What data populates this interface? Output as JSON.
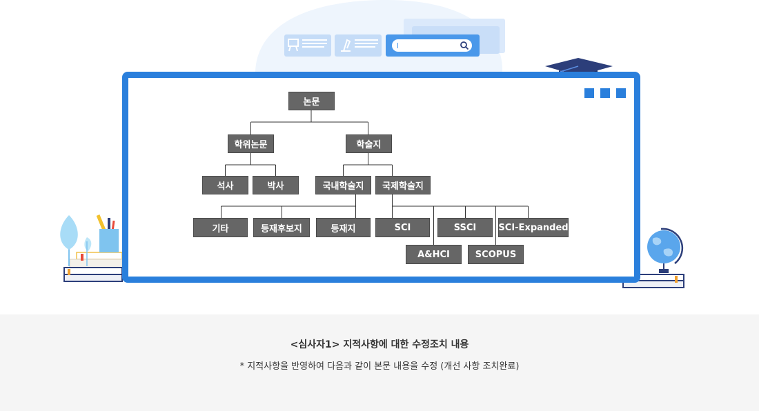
{
  "tree": {
    "root": "논문",
    "thesis": "학위논문",
    "journal": "학술지",
    "masters": "석사",
    "doctoral": "박사",
    "domestic": "국내학술지",
    "international": "국제학술지",
    "other": "기타",
    "candidate": "등재후보지",
    "registered": "등재지",
    "sci": "SCI",
    "ssci": "SSCI",
    "sci_expanded": "SCI-Expanded",
    "ahci": "A&HCI",
    "scopus": "SCOPUS"
  },
  "footer": {
    "heading": "<심사자1> 지적사항에 대한 수정조치 내용",
    "note": "* 지적사항을 반영하여 다음과 같이 본문 내용을 수정 (개선 사항 조치완료)"
  },
  "colors": {
    "frame_blue": "#2a7fdc",
    "node_gray": "#666666",
    "bg_gray": "#f5f5f5"
  }
}
